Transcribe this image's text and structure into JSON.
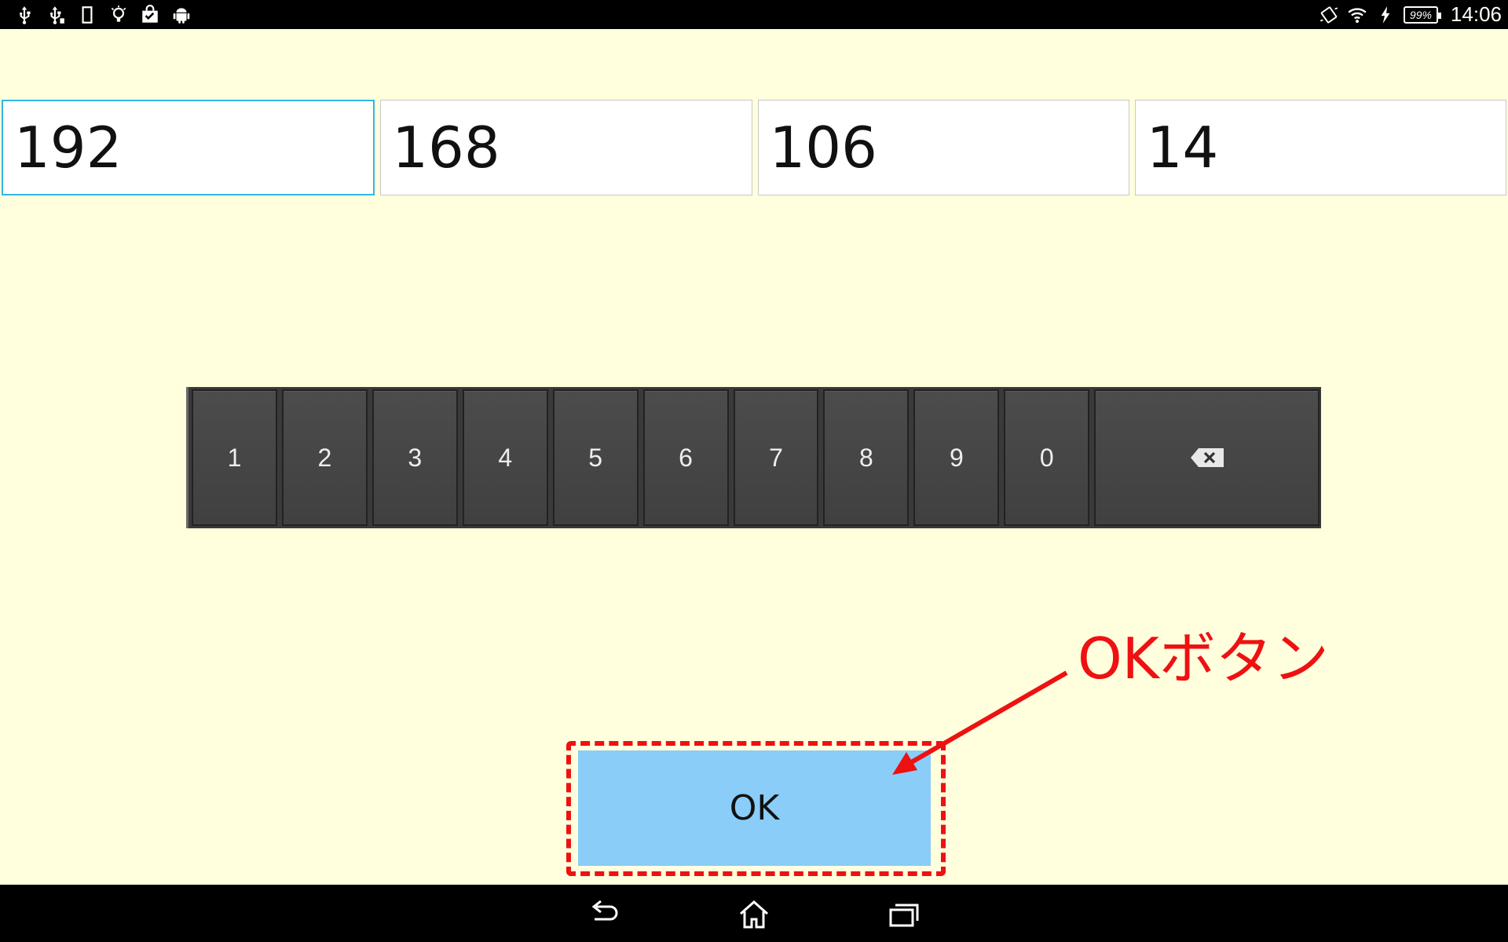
{
  "status_bar": {
    "left_icons": [
      "usb-icon",
      "usb-debug-icon",
      "sd-card-icon",
      "lightbulb-icon",
      "shopping-bag-icon",
      "android-icon"
    ],
    "right_icons": [
      "vibrate-icon",
      "wifi-icon",
      "charging-icon",
      "battery-icon"
    ],
    "battery": "99%",
    "time": "14:06"
  },
  "ip_fields": [
    {
      "value": "192"
    },
    {
      "value": "168"
    },
    {
      "value": "106"
    },
    {
      "value": "14"
    }
  ],
  "keypad": {
    "keys": [
      "1",
      "2",
      "3",
      "4",
      "5",
      "6",
      "7",
      "8",
      "9",
      "0"
    ],
    "backspace_icon": "backspace-icon"
  },
  "ok_button": {
    "label": "OK"
  },
  "annotation": {
    "text": "OKボタン",
    "color": "#ee1111"
  },
  "nav_bar": {
    "icons": [
      "back-icon",
      "home-icon",
      "recent-apps-icon"
    ]
  },
  "colors": {
    "background": "#ffffde",
    "focus_border": "#33b5e5",
    "ok_button": "#89cdf8",
    "keypad": "#444444"
  }
}
